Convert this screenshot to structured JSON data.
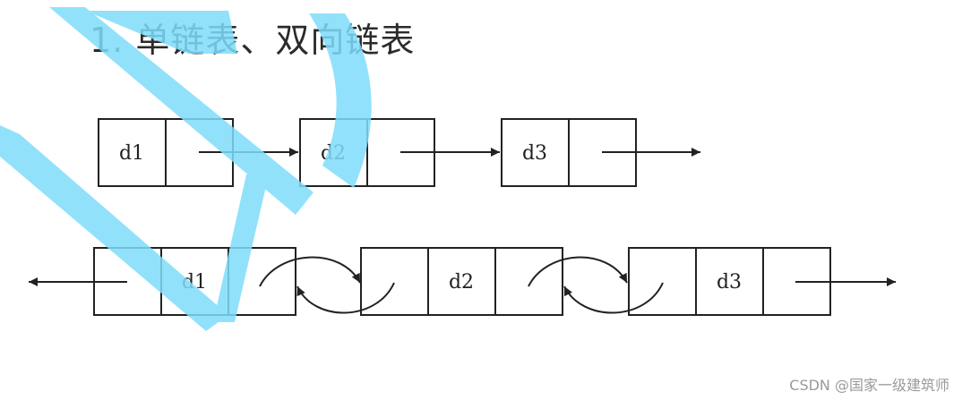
{
  "title": "1. 单链表、双向链表",
  "watermark": "CSDN @国家一级建筑师",
  "singly_list": {
    "nodes": [
      "d1",
      "d2",
      "d3"
    ]
  },
  "doubly_list": {
    "nodes": [
      "d1",
      "d2",
      "d3"
    ]
  },
  "colors": {
    "ink": "#222222",
    "logo_mark": "#7fdcfb",
    "watermark_text": "#9a9a9a"
  }
}
